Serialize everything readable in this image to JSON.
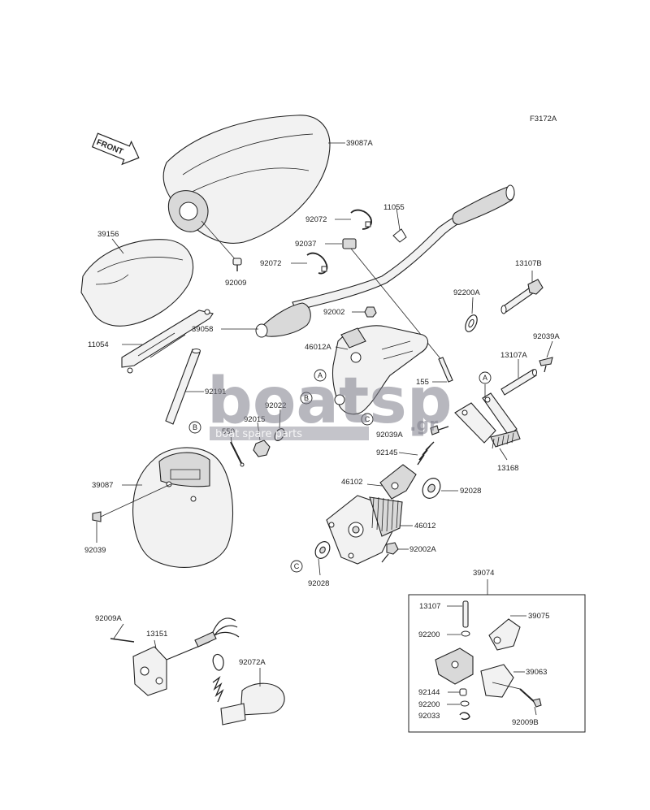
{
  "figure_code": "F3172A",
  "front_arrow_label": "FRONT",
  "watermark": {
    "logo": "boatsp",
    "domain": ".gr",
    "tagline": "boat spare parts"
  },
  "ref_markers": {
    "a": "A",
    "b": "B",
    "c": "C"
  },
  "labels": {
    "p39087a": "39087A",
    "p39156": "39156",
    "p92009": "92009",
    "p11054": "11054",
    "p92072_top": "92072",
    "p92037": "92037",
    "p92072_mid": "92072",
    "p11055": "11055",
    "p13107b": "13107B",
    "p92200a": "92200A",
    "p92002": "92002",
    "p39058": "39058",
    "p46012a": "46012A",
    "p155": "155",
    "p92039a_top": "92039A",
    "p13107a": "13107A",
    "p92191": "92191",
    "p92022": "92022",
    "p92015": "92015",
    "p550": "550",
    "p92039a_mid": "92039A",
    "p92145": "92145",
    "p13168": "13168",
    "p39087": "39087",
    "p92039": "92039",
    "p46102": "46102",
    "p92028_right": "92028",
    "p46012": "46012",
    "p92002a": "92002A",
    "p92028_bottom": "92028",
    "p39074": "39074",
    "p13107": "13107",
    "p39075": "39075",
    "p92200_top": "92200",
    "p39063": "39063",
    "p92144": "92144",
    "p92200_bottom": "92200",
    "p92033": "92033",
    "p92009b": "92009B",
    "p92009a": "92009A",
    "p13151": "13151",
    "p92072a": "92072A"
  }
}
